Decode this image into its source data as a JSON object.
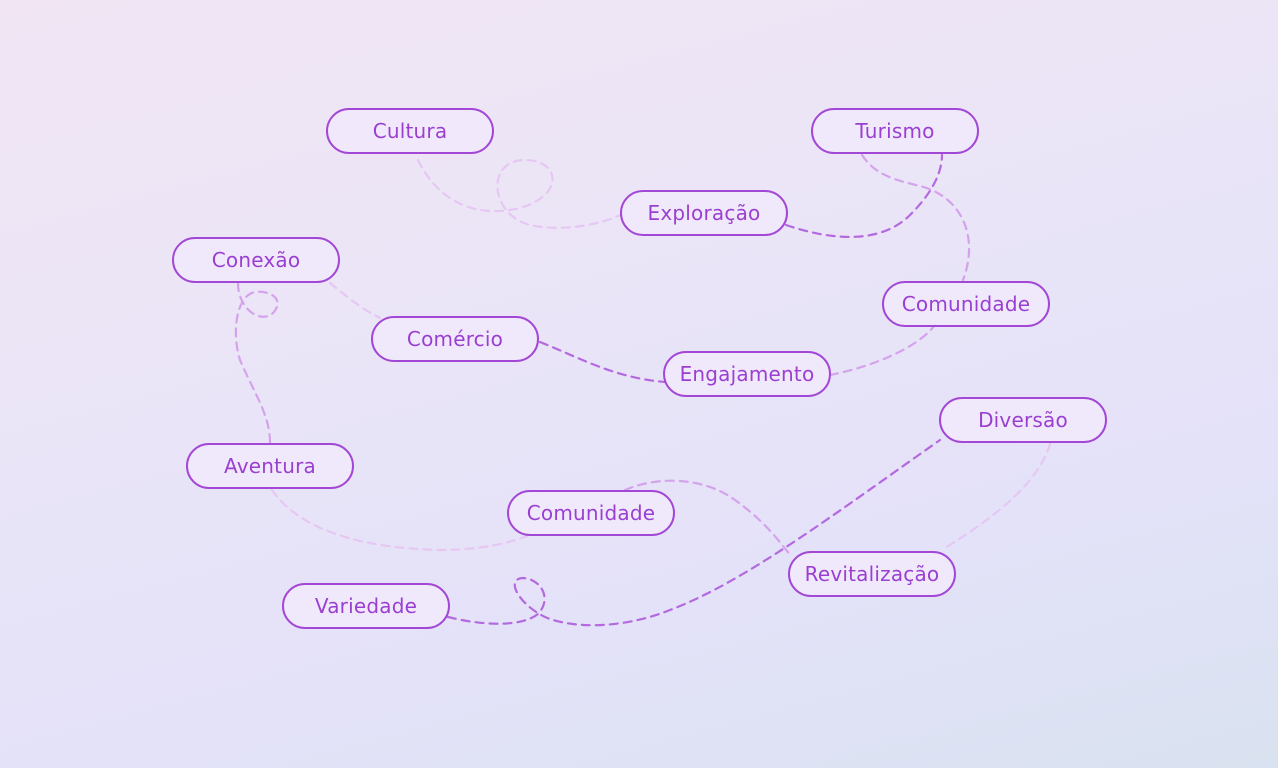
{
  "nodes": {
    "cultura": "Cultura",
    "turismo": "Turismo",
    "exploracao": "Exploração",
    "conexao": "Conexão",
    "comunidade_right": "Comunidade",
    "comercio": "Comércio",
    "engajamento": "Engajamento",
    "diversao": "Diversão",
    "aventura": "Aventura",
    "comunidade_bottom": "Comunidade",
    "revitalizacao": "Revitalização",
    "variedade": "Variedade"
  },
  "colors": {
    "node_border": "#a347d6",
    "node_text": "#9a3fd1",
    "connector_light": "#e6c7f3",
    "connector_mid": "#d4a3ec",
    "connector_dark": "#b469df"
  }
}
